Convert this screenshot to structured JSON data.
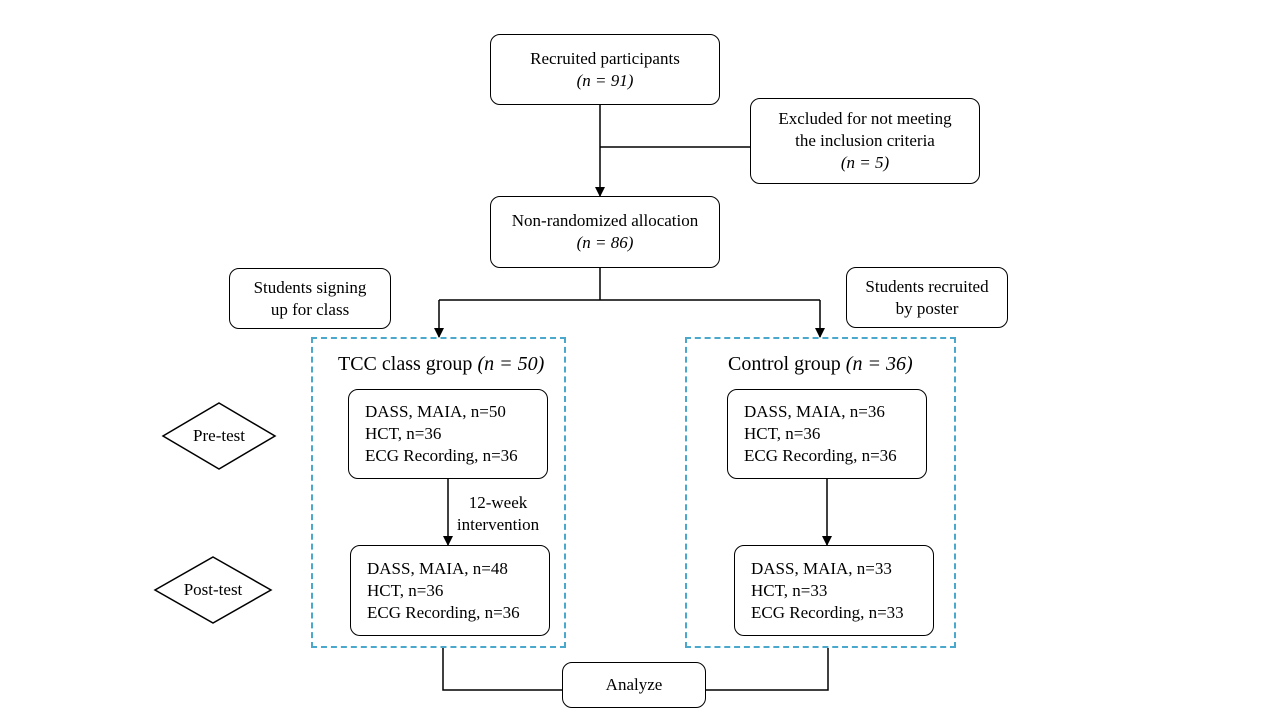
{
  "recruited": {
    "title": "Recruited participants",
    "n": "(n = 91)"
  },
  "excluded": {
    "line1": "Excluded for not meeting",
    "line2": "the inclusion criteria",
    "n": "(n = 5)"
  },
  "allocation": {
    "title": "Non-randomized allocation",
    "n": "(n = 86)"
  },
  "signup_note": {
    "line1": "Students signing",
    "line2": "up for class"
  },
  "poster_note": {
    "line1": "Students recruited",
    "line2": "by poster"
  },
  "tcc_group": {
    "title": "TCC class group ",
    "n": "(n = 50)",
    "pre": [
      "DASS, MAIA, n=50",
      "HCT, n=36",
      "ECG Recording, n=36"
    ],
    "post": [
      "DASS, MAIA, n=48",
      "HCT, n=36",
      "ECG Recording, n=36"
    ]
  },
  "control_group": {
    "title": "Control group ",
    "n": "(n = 36)",
    "pre": [
      "DASS, MAIA, n=36",
      "HCT, n=36",
      "ECG Recording, n=36"
    ],
    "post": [
      "DASS, MAIA, n=33",
      "HCT, n=33",
      "ECG Recording, n=33"
    ]
  },
  "intervention": {
    "line1": "12-week",
    "line2": "intervention"
  },
  "pretest": "Pre-test",
  "posttest": "Post-test",
  "analyze": "Analyze",
  "colors": {
    "group_border": "#4aa8cc",
    "line": "#000000"
  }
}
